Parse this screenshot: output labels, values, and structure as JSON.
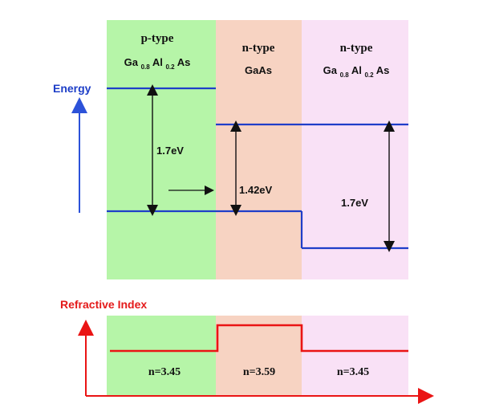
{
  "colors": {
    "green_region": "#b6f5a8",
    "orange_region": "#f7d3c2",
    "pink_region": "#f9e1f6",
    "energy_line": "#1f3ec9",
    "axis_blue": "#2c52d9",
    "red": "#ea1414",
    "arrow": "#111111",
    "label_blue": "#1d3ec7",
    "label_red": "#e41a1a"
  },
  "layers": [
    {
      "type_label": "p-type",
      "material": {
        "base": "Ga",
        "sub1": "0.8",
        "mid": "Al",
        "sub2": "0.2",
        "end": "As"
      },
      "refractive_label": "n=3.45"
    },
    {
      "type_label": "n-type",
      "material": {
        "base": "GaAs",
        "sub1": "",
        "mid": "",
        "sub2": "",
        "end": ""
      },
      "refractive_label": "n=3.59"
    },
    {
      "type_label": "n-type",
      "material": {
        "base": "Ga",
        "sub1": "0.8",
        "mid": "Al",
        "sub2": "0.2",
        "end": "As"
      },
      "refractive_label": "n=3.45"
    }
  ],
  "energy_axis": {
    "label": "Energy"
  },
  "refractive_axis": {
    "label": "Refractive Index"
  },
  "gaps": [
    {
      "label": "1.7eV"
    },
    {
      "label": "1.42eV"
    },
    {
      "label": "1.7eV"
    }
  ],
  "refractive_profile": {
    "values": [
      3.45,
      3.59,
      3.45
    ]
  }
}
